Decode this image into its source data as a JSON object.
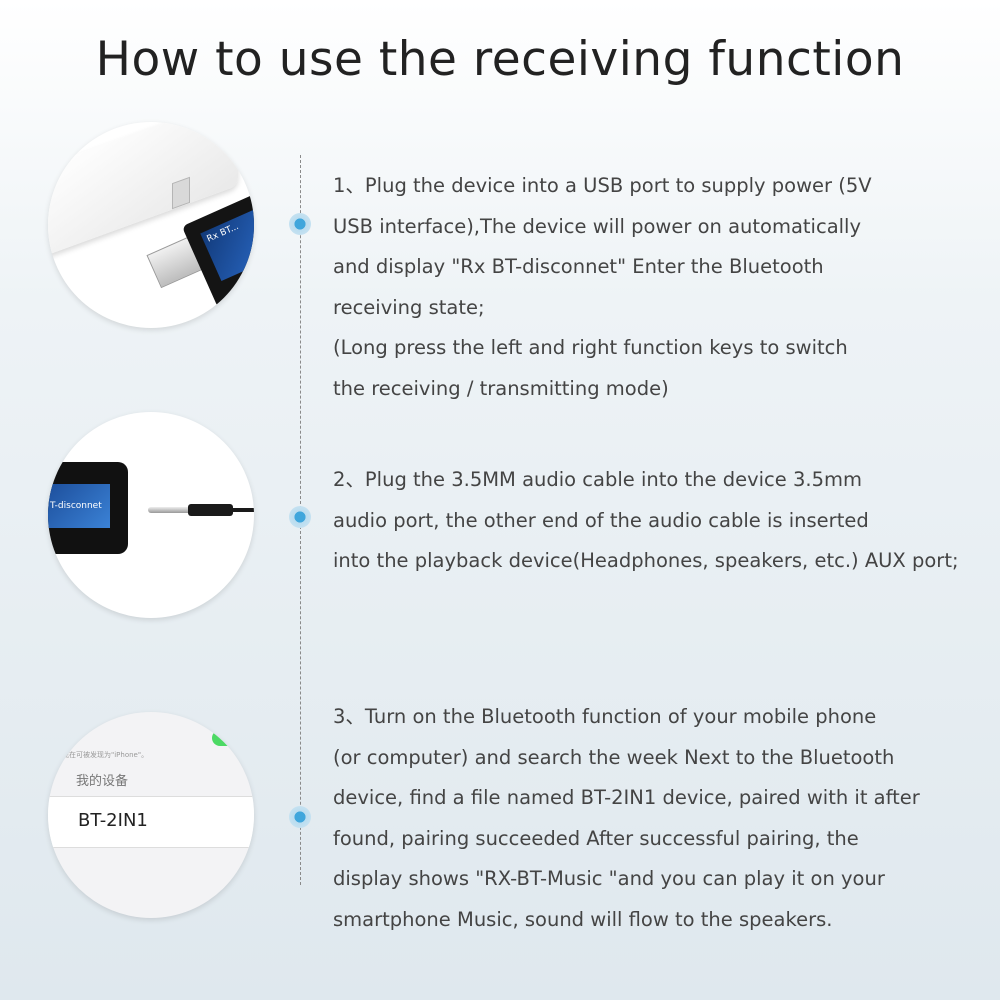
{
  "title": "How to use the receiving function",
  "steps": [
    {
      "text": "1、Plug the device into a USB port to supply power (5V\nUSB interface),The device will power on automatically\nand display \"Rx BT-disconnet\" Enter the Bluetooth\nreceiving state;\n(Long press the left and right function keys to switch\nthe receiving / transmitting mode)"
    },
    {
      "text": "2、Plug the 3.5MM audio cable into the device 3.5mm\naudio port, the other end of the audio cable is inserted\ninto the playback device(Headphones, speakers, etc.) AUX port;"
    },
    {
      "text": "3、Turn on the Bluetooth function of your mobile phone\n(or computer) and search the week Next to the Bluetooth\ndevice, find a file named BT-2IN1 device, paired with it after\nfound, pairing succeeded After successful pairing, the\ndisplay shows \"RX-BT-Music \"and you can play it on your\nsmartphone Music, sound will flow to the speakers."
    }
  ],
  "images": {
    "dongle_screen_1": "Rx BT...",
    "dongle_screen_2": "T-disconnet",
    "phone_note": "现在可被发现为\"iPhone\"。",
    "phone_section": "我的设备",
    "phone_device": "BT-2IN1"
  },
  "colors": {
    "accent_dot": "#3fa6dc",
    "text": "#444444",
    "title": "#222222"
  }
}
